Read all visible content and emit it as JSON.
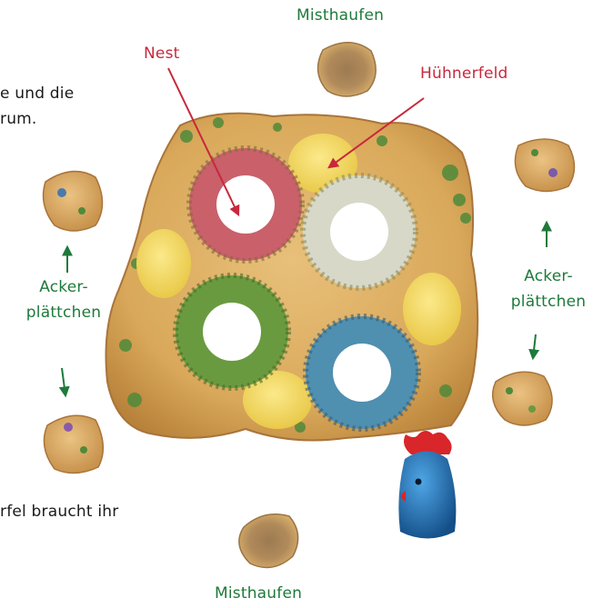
{
  "labels": {
    "misthaufen_top": "Misthaufen",
    "misthaufen_bottom": "Misthaufen",
    "nest": "Nest",
    "huehnerfeld": "Hühnerfeld",
    "acker_left_1": "Acker-",
    "acker_left_2": "plättchen",
    "acker_right_1": "Acker-",
    "acker_right_2": "plättchen"
  },
  "cut_text": {
    "line1": "e und die",
    "line2": "rum.",
    "line3": "rfel braucht ihr"
  },
  "colors": {
    "label_green": "#1d7a3a",
    "label_red": "#c8283c",
    "board_sand": "#d9a85a",
    "yellow_field": "#f2d65c",
    "nest_red": "#c9606a",
    "nest_white": "#d8d8c8",
    "nest_green": "#5f8f3a",
    "nest_blue": "#4f8fb0",
    "chicken_blue": "#1e6fb0",
    "chicken_red": "#d8262a"
  }
}
